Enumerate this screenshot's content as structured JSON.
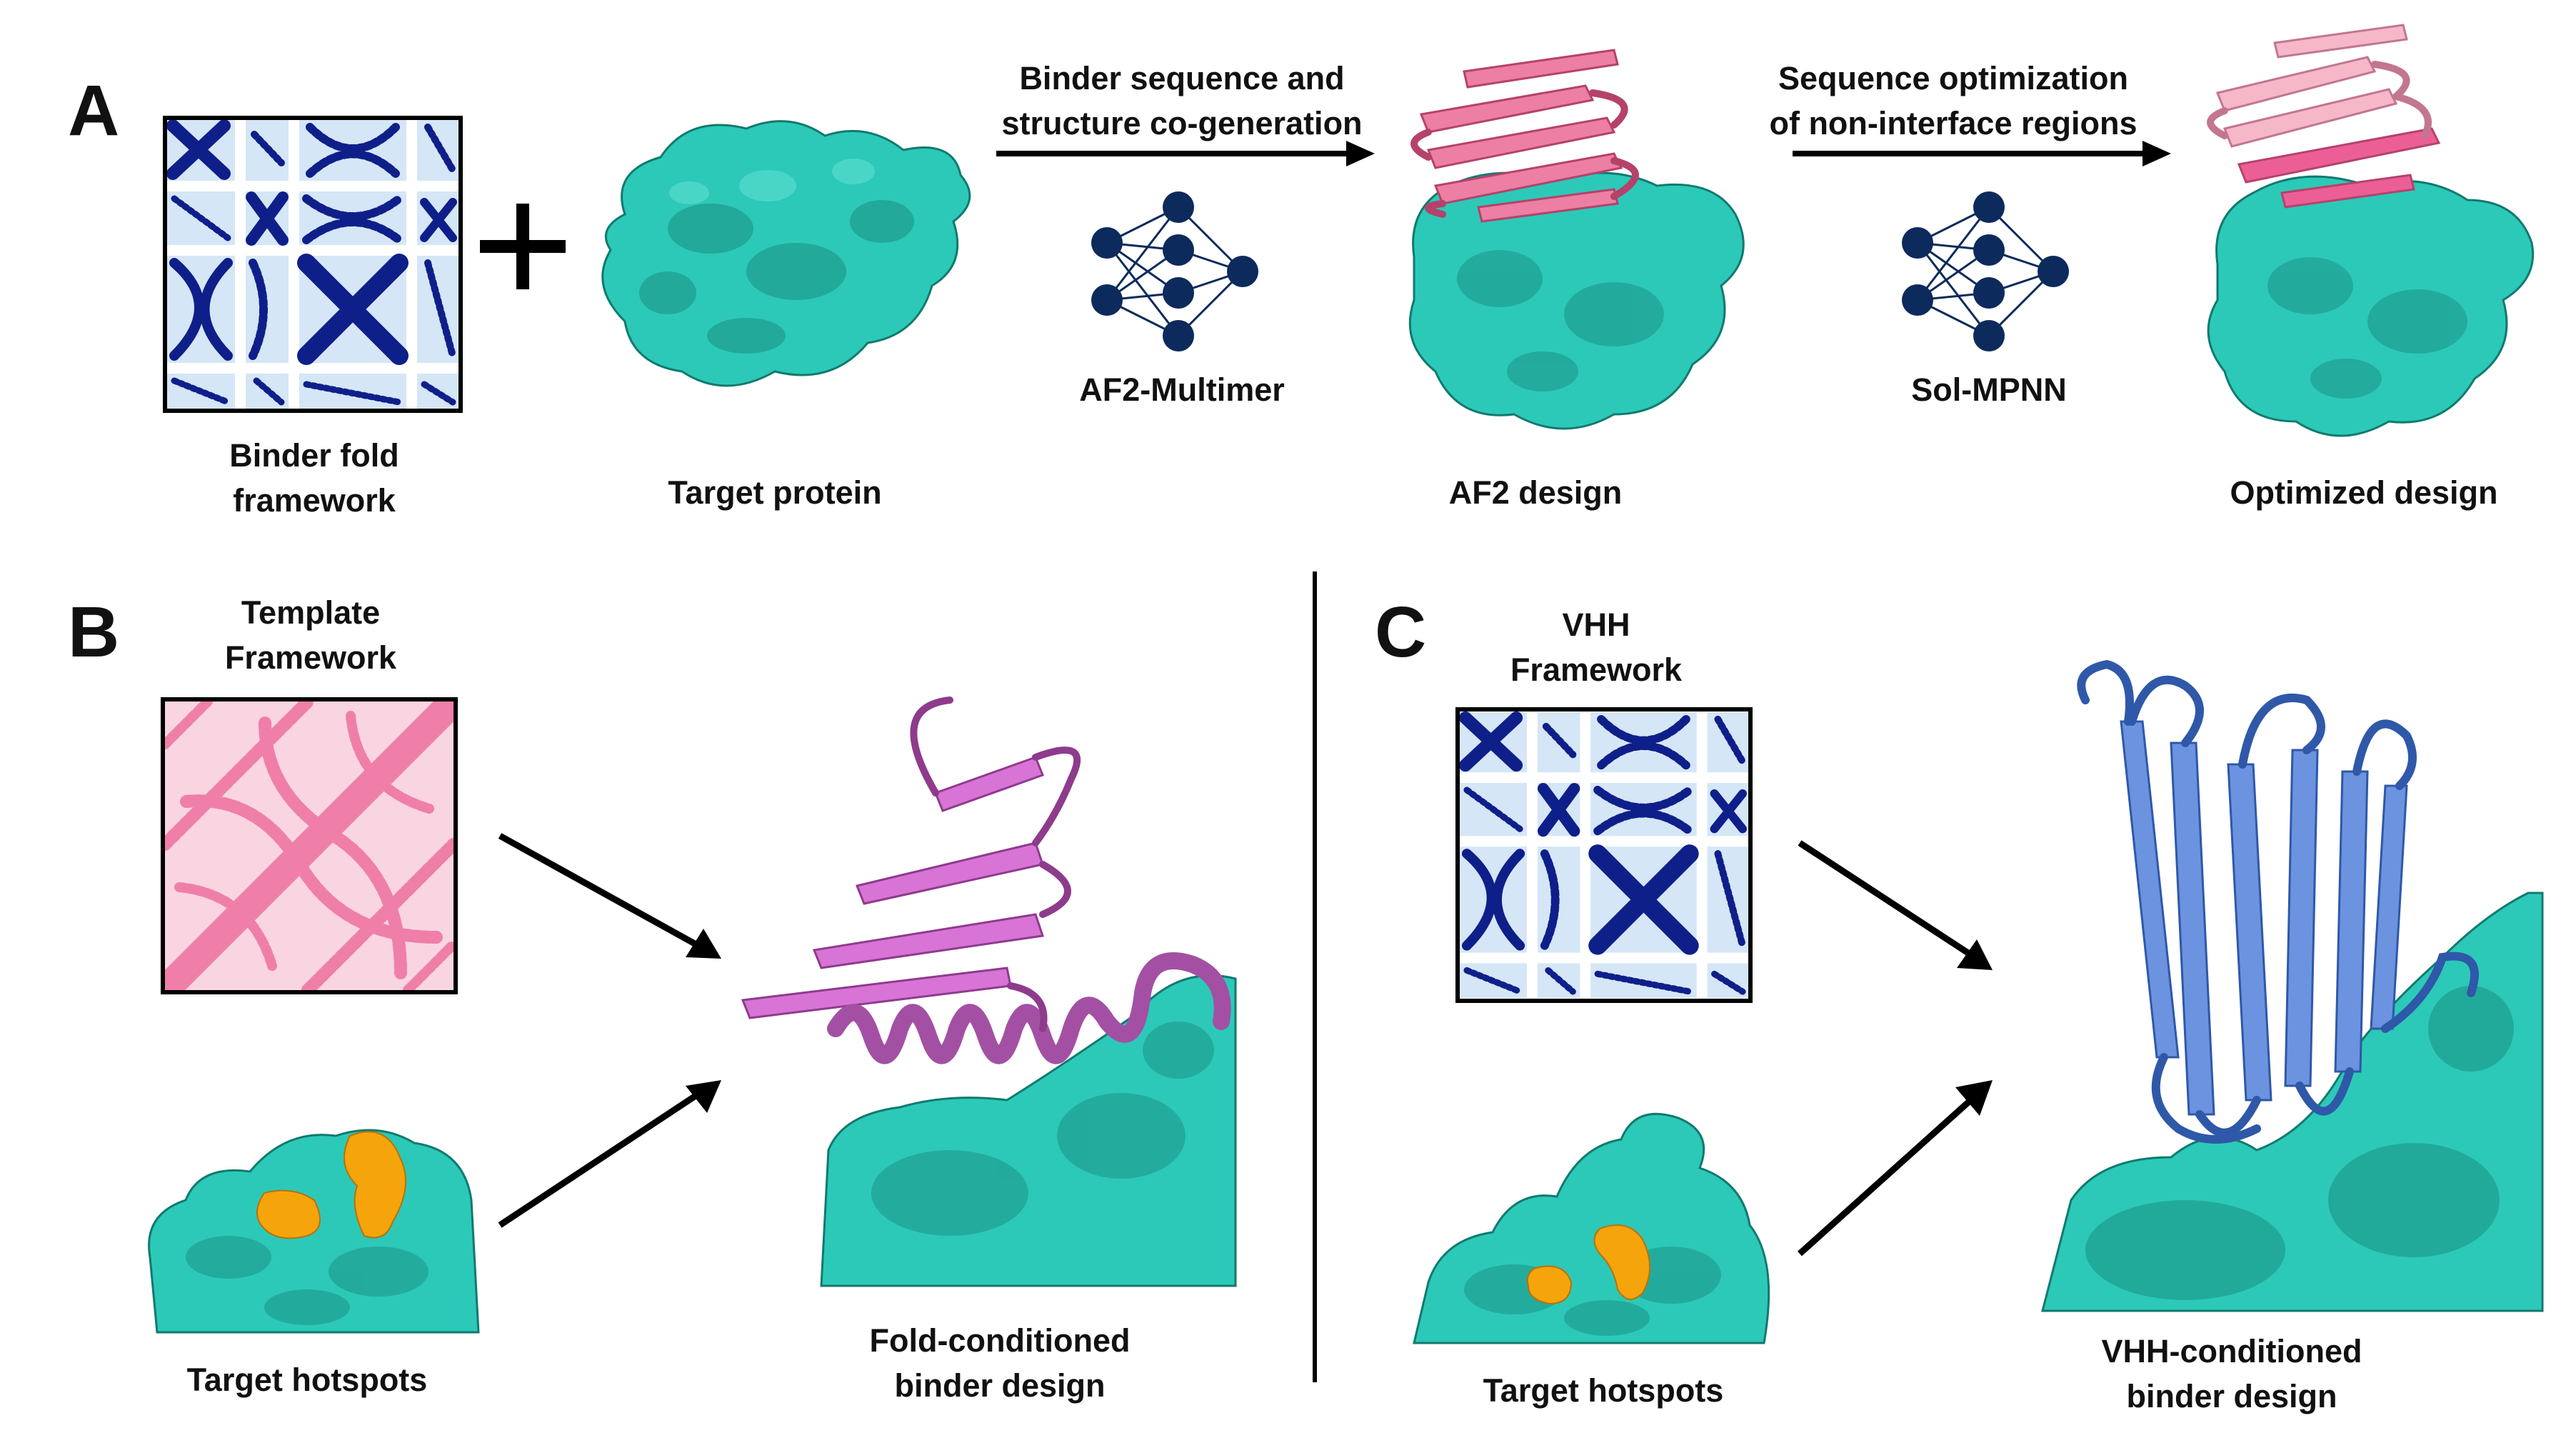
{
  "panels": {
    "A": {
      "letter": "A",
      "framework_label_1": "Binder fold",
      "framework_label_2": "framework",
      "plus": "+",
      "target_label": "Target protein",
      "arrow1_label_1": "Binder sequence and",
      "arrow1_label_2": "structure co-generation",
      "net1_label": "AF2-Multimer",
      "af2_design_label": "AF2 design",
      "arrow2_label_1": "Sequence optimization",
      "arrow2_label_2": "of non-interface regions",
      "net2_label": "Sol-MPNN",
      "optimized_label": "Optimized design"
    },
    "B": {
      "letter": "B",
      "template_label_1": "Template",
      "template_label_2": "Framework",
      "hotspots_label": "Target hotspots",
      "result_label_1": "Fold-conditioned",
      "result_label_2": "binder design"
    },
    "C": {
      "letter": "C",
      "template_label_1": "VHH",
      "template_label_2": "Framework",
      "hotspots_label": "Target hotspots",
      "result_label_1": "VHH-conditioned",
      "result_label_2": "binder design"
    }
  },
  "colors": {
    "target_surface": "#2cc9b8",
    "target_shadow": "#1a8f82",
    "hotspot": "#f5a40c",
    "binder_pink": "#ec7fa3",
    "binder_light_pink": "#f6b7c9",
    "binder_magenta": "#d874d6",
    "binder_blue": "#6b93e0",
    "matrix_dark": "#0f1f8a",
    "matrix_light": "#d5e6f7",
    "template_pink": "#ef7fa8",
    "template_pink_light": "#f9d5e1",
    "network_node": "#0c2a5c"
  }
}
